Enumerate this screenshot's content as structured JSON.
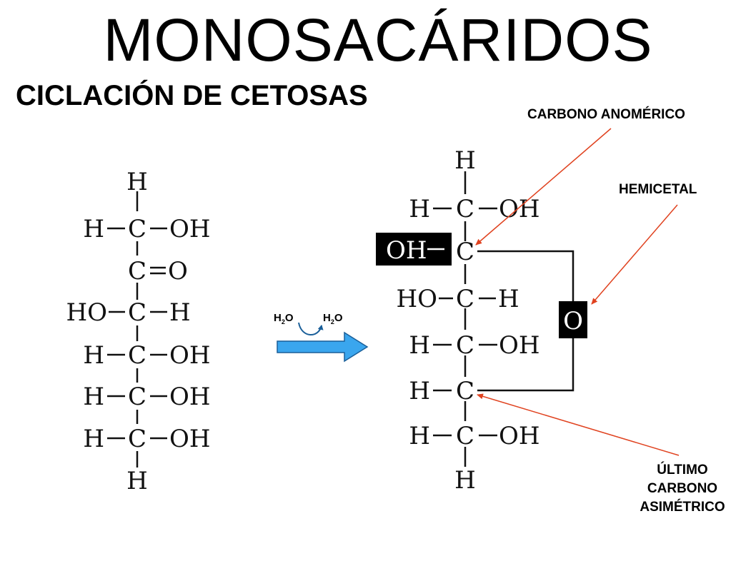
{
  "header": {
    "title": "MONOSACÁRIDOS",
    "subtitle": "CICLACIÓN DE CETOSAS"
  },
  "annotations": {
    "anomeric_carbon": "CARBONO ANOMÉRICO",
    "hemiketal": "HEMICETAL",
    "last_carbon_lines": [
      "ÚLTIMO",
      "CARBONO",
      "ASIMÉTRICO"
    ]
  },
  "reaction": {
    "water_left_main": "H",
    "water_left_sub": "2",
    "water_left_end": "O",
    "water_right_main": "H",
    "water_right_sub": "2",
    "water_right_end": "O"
  },
  "open_chain": {
    "rows": [
      {
        "left": "",
        "center": "H",
        "right": ""
      },
      {
        "left": "H",
        "center": "C",
        "right": "OH"
      },
      {
        "left": "",
        "center": "C",
        "right": "O"
      },
      {
        "left": "HO",
        "center": "C",
        "right": "H"
      },
      {
        "left": "H",
        "center": "C",
        "right": "OH"
      },
      {
        "left": "H",
        "center": "C",
        "right": "OH"
      },
      {
        "left": "H",
        "center": "C",
        "right": "OH"
      },
      {
        "left": "",
        "center": "H",
        "right": ""
      }
    ]
  },
  "cyclic": {
    "rows": [
      {
        "left": "",
        "center": "H",
        "right": ""
      },
      {
        "left": "H",
        "center": "C",
        "right": "OH"
      },
      {
        "left": "OH",
        "center": "C",
        "right": ""
      },
      {
        "left": "HO",
        "center": "C",
        "right": "H"
      },
      {
        "left": "H",
        "center": "C",
        "right": "OH"
      },
      {
        "left": "H",
        "center": "C",
        "right": ""
      },
      {
        "left": "H",
        "center": "C",
        "right": "OH"
      },
      {
        "left": "",
        "center": "H",
        "right": ""
      }
    ],
    "ring_oxygen": "O"
  },
  "colors": {
    "arrow_fill": "#3aa6ee",
    "arrow_stroke": "#1a5f99",
    "pointer": "#e0421f",
    "highlight_bg": "#000000"
  }
}
